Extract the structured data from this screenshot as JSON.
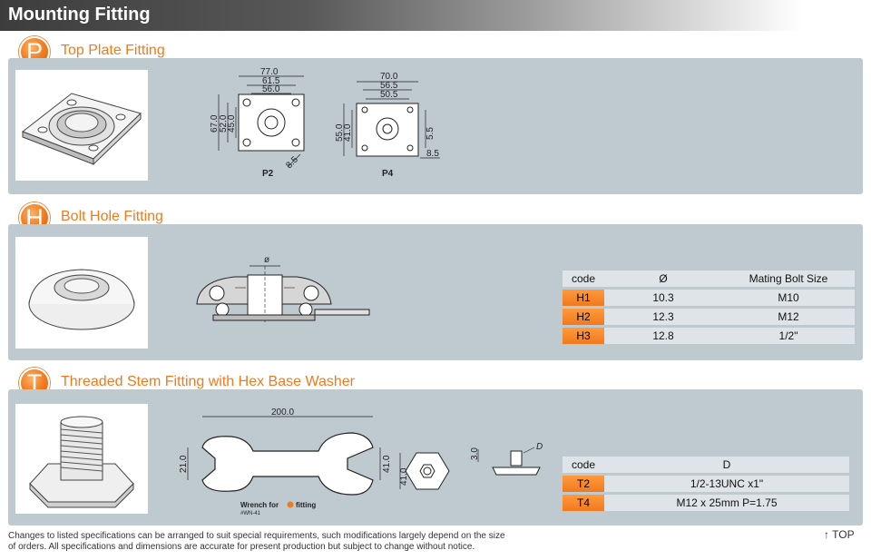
{
  "page": {
    "title": "Mounting Fitting"
  },
  "sections": {
    "top_plate": {
      "badge": "P",
      "title": "Top Plate Fitting",
      "drawing_p2": {
        "label": "P2",
        "dims": [
          "77.0",
          "61.5",
          "56.0",
          "67.0",
          "52.0",
          "45.0",
          "8.5"
        ]
      },
      "drawing_p4": {
        "label": "P4",
        "dims": [
          "70.0",
          "56.5",
          "50.5",
          "55.0",
          "41.0",
          "5.5",
          "8.5"
        ]
      }
    },
    "bolt_hole": {
      "badge": "H",
      "title": "Bolt Hole Fitting",
      "drawing": {
        "phi": "ø"
      },
      "table": {
        "headers": [
          "code",
          "Ø",
          "Mating Bolt Size"
        ],
        "rows": [
          {
            "code": "H1",
            "dia": "10.3",
            "bolt": "M10"
          },
          {
            "code": "H2",
            "dia": "12.3",
            "bolt": "M12"
          },
          {
            "code": "H3",
            "dia": "12.8",
            "bolt": "1/2\""
          }
        ]
      }
    },
    "threaded": {
      "badge": "T",
      "title": "Threaded Stem Fitting with Hex Base Washer",
      "wrench": {
        "length": "200.0",
        "left_jaw": "21.0",
        "right_jaw": "41.0",
        "caption_pre": "Wrench for",
        "caption_post": "fitting",
        "part_no": "#WN-41"
      },
      "hex": {
        "dim": "41.0"
      },
      "stem": {
        "h": "3.0",
        "d_label": "D"
      },
      "table": {
        "headers": [
          "code",
          "D"
        ],
        "rows": [
          {
            "code": "T2",
            "d": "1/2-13UNC x1\""
          },
          {
            "code": "T4",
            "d": "M12 x 25mm P=1.75"
          }
        ]
      }
    }
  },
  "footer": {
    "note_line1": "Changes to listed specifications can be arranged to suit special requirements, such modifications largely depend on the size",
    "note_line2": "of orders. All specifications and dimensions are accurate for present production but subject to change without notice.",
    "top_link": "↑ TOP"
  }
}
